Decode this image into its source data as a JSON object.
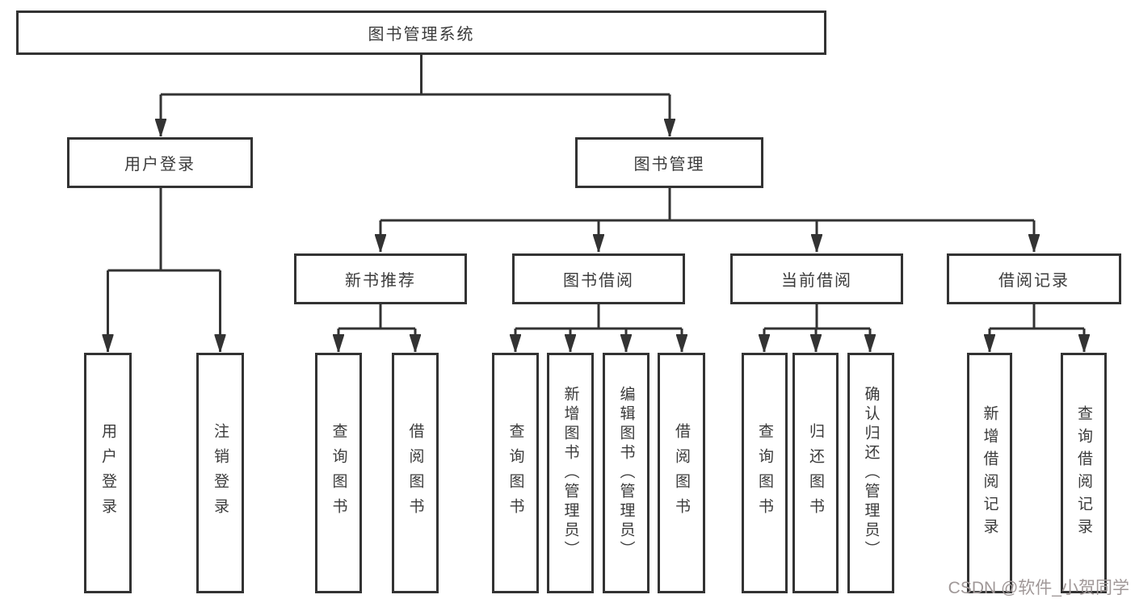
{
  "diagram": {
    "root": {
      "label": "图书管理系统"
    },
    "level1": [
      {
        "label": "用户登录",
        "children": [
          {
            "label": "用户登录"
          },
          {
            "label": "注销登录"
          }
        ]
      },
      {
        "label": "图书管理",
        "children": [
          {
            "label": "新书推荐",
            "children": [
              {
                "label": "查询图书"
              },
              {
                "label": "借阅图书"
              }
            ]
          },
          {
            "label": "图书借阅",
            "children": [
              {
                "label": "查询图书"
              },
              {
                "label": "新增图书（管理员）"
              },
              {
                "label": "编辑图书（管理员）"
              },
              {
                "label": "借阅图书"
              }
            ]
          },
          {
            "label": "当前借阅",
            "children": [
              {
                "label": "查询图书"
              },
              {
                "label": "归还图书"
              },
              {
                "label": "确认归还（管理员）"
              }
            ]
          },
          {
            "label": "借阅记录",
            "children": [
              {
                "label": "新增借阅记录"
              },
              {
                "label": "查询借阅记录"
              }
            ]
          }
        ]
      }
    ]
  },
  "watermark": {
    "text": "CSDN @软件_小贺同学"
  },
  "colors": {
    "line": "#333333",
    "box_border": "#333333",
    "box_bg": "#ffffff",
    "text": "#3b3b3b",
    "page_bg": "#ffffff",
    "watermark_color": "#a09898"
  }
}
